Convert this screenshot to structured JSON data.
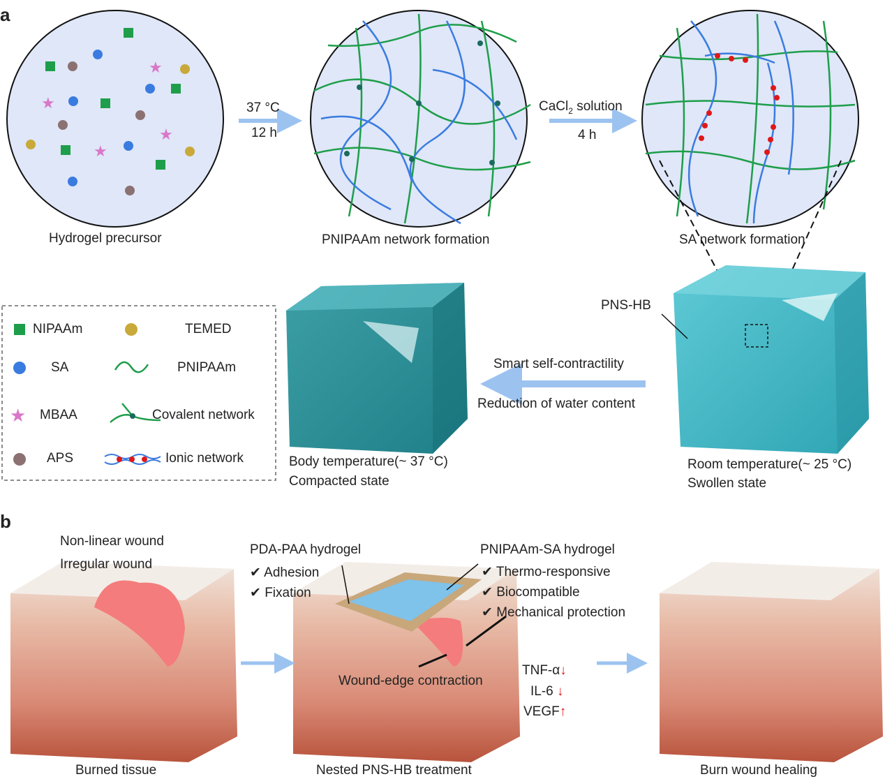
{
  "panel_a": {
    "label": "a",
    "stages": [
      "Hydrogel precursor",
      "PNIPAAm network formation",
      "SA network formation"
    ],
    "step1": {
      "line1": "37 °C",
      "line2": "12 h"
    },
    "step2": {
      "line1": "CaCl",
      "sub": "2",
      "line1b": " solution",
      "line2": "4 h"
    },
    "legend": [
      {
        "icon": "green-square",
        "label": "NIPAAm"
      },
      {
        "icon": "yellow-circle",
        "label": "TEMED"
      },
      {
        "icon": "blue-circle",
        "label": "SA"
      },
      {
        "icon": "green-wave",
        "label": "PNIPAAm"
      },
      {
        "icon": "pink-star",
        "label": "MBAA"
      },
      {
        "icon": "crosslink-node",
        "label": "Covalent network"
      },
      {
        "icon": "brown-circle",
        "label": "APS"
      },
      {
        "icon": "ionic-chain",
        "label": "Ionic network"
      }
    ],
    "pns_label": "PNS-HB",
    "contract_top": "Smart self-contractility",
    "contract_bottom": "Reduction of water content",
    "left_cube": {
      "line1": "Body temperature(~ 37 °C)",
      "line2": "Compacted state"
    },
    "right_cube": {
      "line1": "Room temperature(~ 25 °C)",
      "line2": "Swollen state"
    }
  },
  "panel_b": {
    "label": "b",
    "wound1": "Non-linear wound",
    "wound2": "Irregular wound",
    "pda": "PDA-PAA hydrogel",
    "pda_items": [
      "✔ Adhesion",
      "✔ Fixation"
    ],
    "pnipaam": "PNIPAAm-SA hydrogel",
    "pnipaam_items": [
      "✔ Thermo-responsive",
      "✔ Biocompatible",
      "✔ Mechanical protection"
    ],
    "contraction": "Wound-edge contraction",
    "markers": [
      {
        "name": "TNF-α",
        "dir": "↓"
      },
      {
        "name": "IL-6",
        "dir": "↓"
      },
      {
        "name": "VEGF",
        "dir": "↑"
      }
    ],
    "captions": [
      "Burned tissue",
      "Nested PNS-HB treatment",
      "Burn wound healing"
    ]
  },
  "colors": {
    "circle_fill": "#dfe7f8",
    "green": "#1e9e4a",
    "blue": "#3a7be0",
    "gel": "#3fb6c4",
    "arrow": "#9cc3f0",
    "wound": "#f47c7c"
  }
}
